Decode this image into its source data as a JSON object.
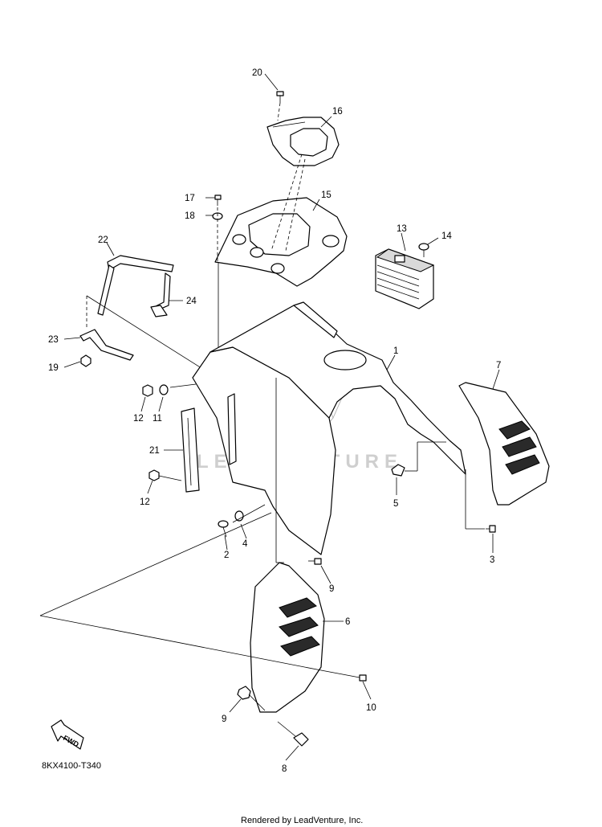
{
  "diagram": {
    "code": "8KX4100-T340",
    "credit": "Rendered by LeadVenture, Inc.",
    "watermark": "LEADVENTURE",
    "fwd_label": "FWD",
    "callouts": [
      "1",
      "2",
      "3",
      "4",
      "5",
      "6",
      "7",
      "8",
      "9",
      "9",
      "10",
      "11",
      "12",
      "12",
      "13",
      "14",
      "15",
      "16",
      "17",
      "18",
      "19",
      "20",
      "21",
      "22",
      "23",
      "24"
    ]
  }
}
